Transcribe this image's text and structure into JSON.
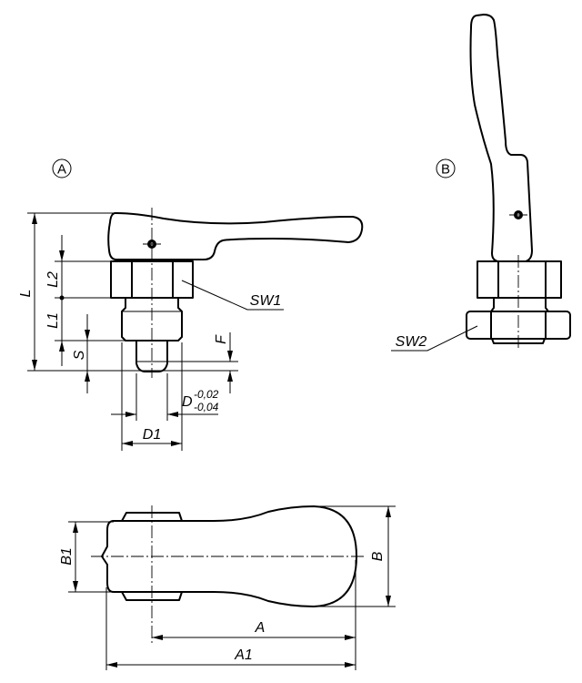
{
  "views": {
    "view_a": {
      "marker": "A"
    },
    "view_b": {
      "marker": "B"
    }
  },
  "dimensions": {
    "L": "L",
    "L1": "L1",
    "L2": "L2",
    "S": "S",
    "F": "F",
    "D": "D",
    "D_tol_upper": "-0,02",
    "D_tol_lower": "-0,04",
    "D1": "D1",
    "SW1": "SW1",
    "SW2": "SW2",
    "B1": "B1",
    "B": "B",
    "A": "A",
    "A1": "A1"
  }
}
